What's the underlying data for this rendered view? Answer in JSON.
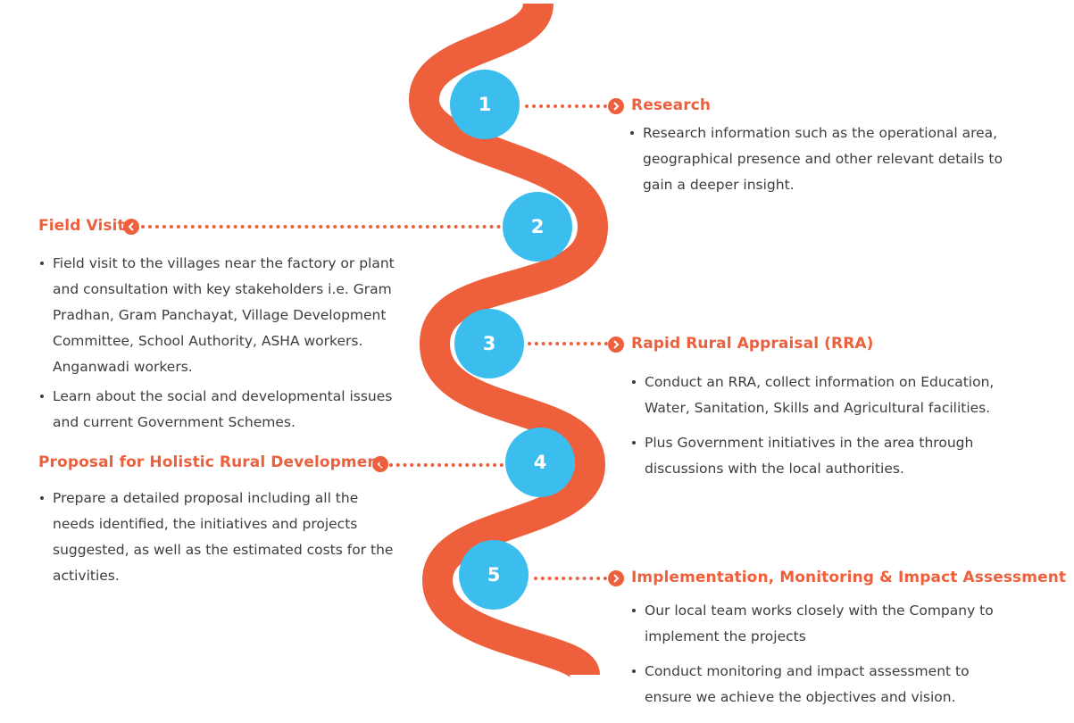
{
  "colors": {
    "path": "#ee5f3c",
    "node": "#3bbdee",
    "title": "#ee5f3c",
    "text": "#3d3d3d"
  },
  "steps": [
    {
      "number": "1",
      "title": "Research",
      "side": "right",
      "items": [
        "Research information such as the operational area, geographical presence and other relevant details to gain a deeper insight."
      ]
    },
    {
      "number": "2",
      "title": "Field Visit",
      "side": "left",
      "items": [
        "Field visit to the villages near the factory or plant and consultation with key stakeholders i.e. Gram Pradhan, Gram Panchayat, Village Development Committee, School Authority, ASHA workers. Anganwadi workers.",
        "Learn about the social and developmental issues and current Government Schemes."
      ]
    },
    {
      "number": "3",
      "title": "Rapid Rural Appraisal (RRA)",
      "side": "right",
      "items": [
        "Conduct an RRA, collect information on Education, Water, Sanitation, Skills and Agricultural facilities.",
        "Plus Government initiatives in the area through discussions with the local authorities."
      ]
    },
    {
      "number": "4",
      "title": "Proposal for Holistic Rural Development",
      "side": "left",
      "items": [
        "Prepare a detailed proposal including all the needs identified, the initiatives and projects suggested, as well as the estimated costs for the activities."
      ]
    },
    {
      "number": "5",
      "title": "Implementation, Monitoring & Impact Assessment",
      "side": "right",
      "items": [
        "Our local team works closely with the Company to implement the projects",
        "Conduct monitoring and impact assessment to ensure we achieve the objectives and vision."
      ]
    }
  ]
}
